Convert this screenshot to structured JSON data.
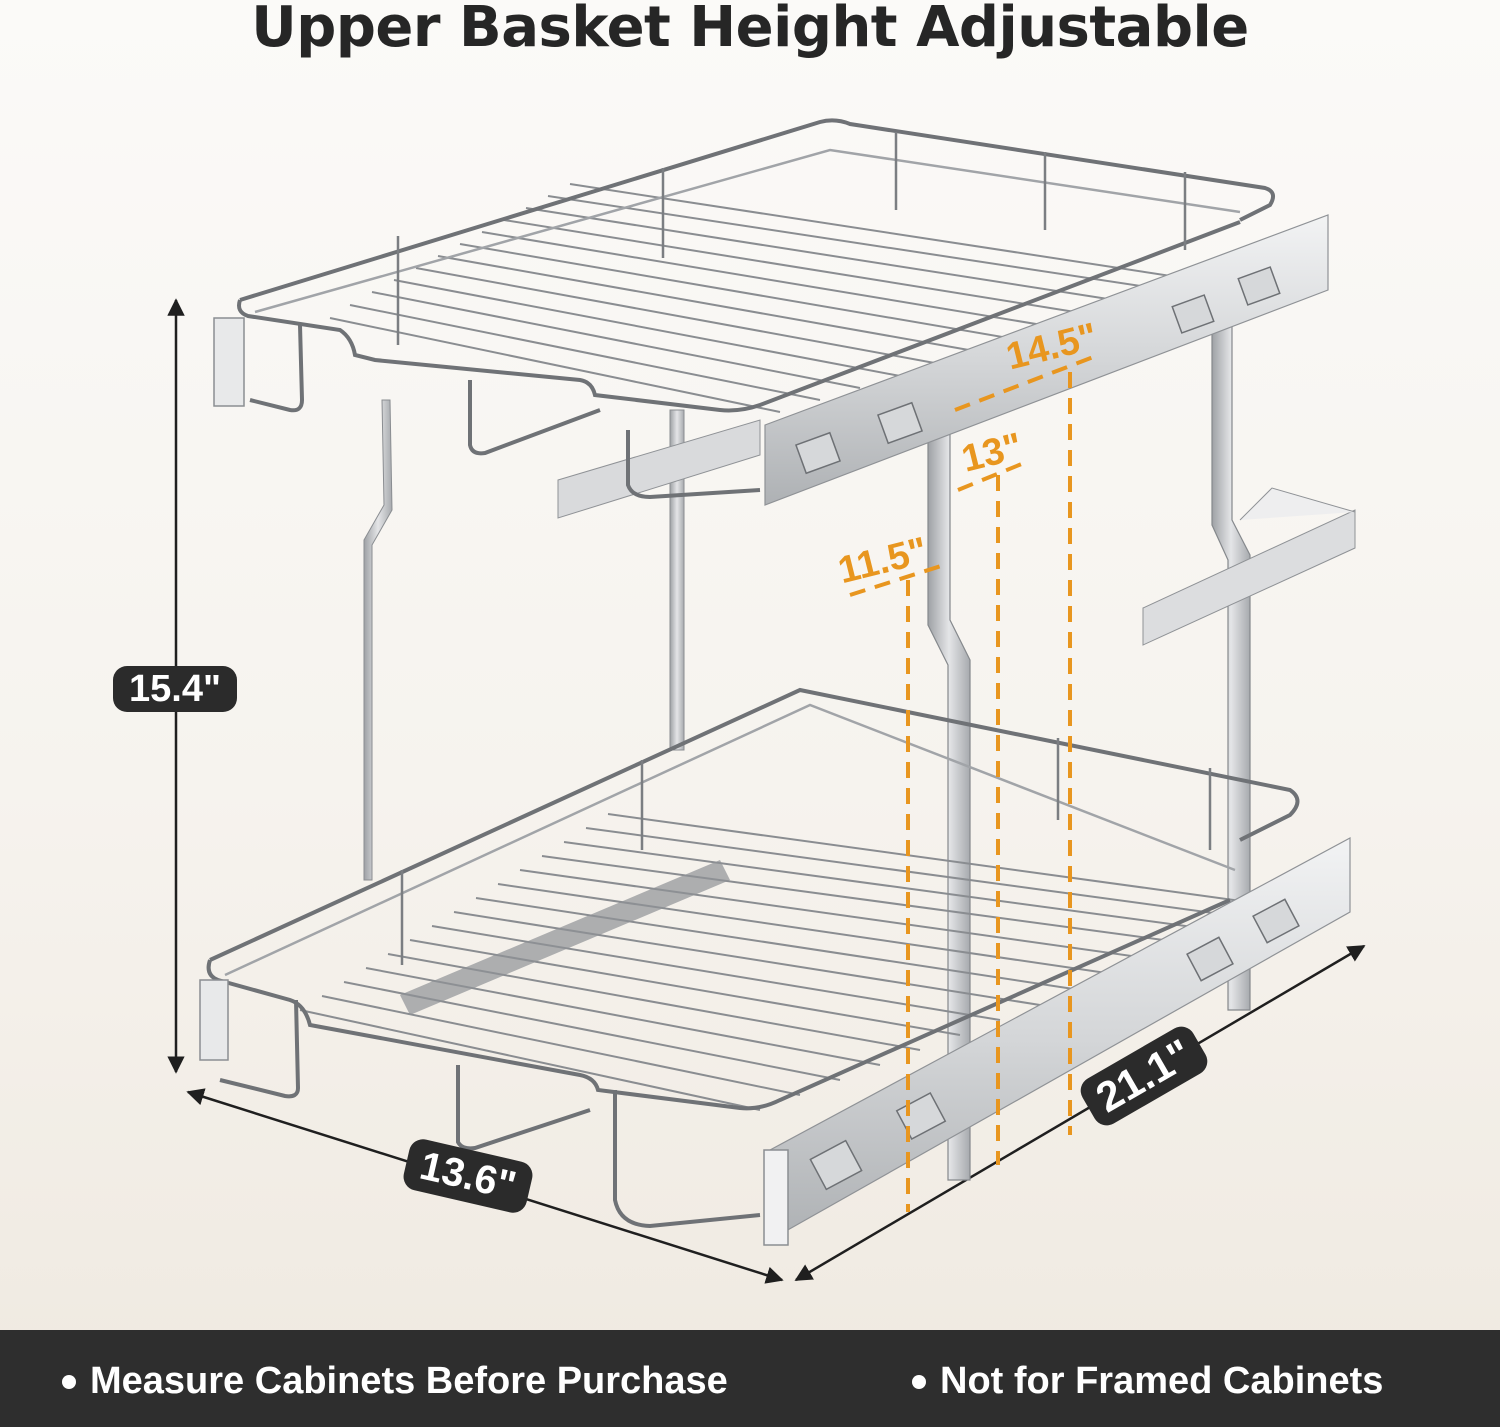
{
  "title": "Upper Basket Height Adjustable",
  "dimensions": {
    "height": "15.4\"",
    "width": "13.6\"",
    "depth": "21.1\""
  },
  "adjustable_heights": [
    {
      "label": "14.5\""
    },
    {
      "label": "13\""
    },
    {
      "label": "11.5\""
    }
  ],
  "footer": {
    "notes": [
      {
        "text": "Measure Cabinets Before Purchase"
      },
      {
        "text": "Not for Framed Cabinets"
      }
    ]
  },
  "colors": {
    "accent_orange": "#e8961f",
    "badge_dark": "#2b2b2b",
    "footer_bg": "#2e2e2e",
    "chrome": "#b9bcc0"
  }
}
